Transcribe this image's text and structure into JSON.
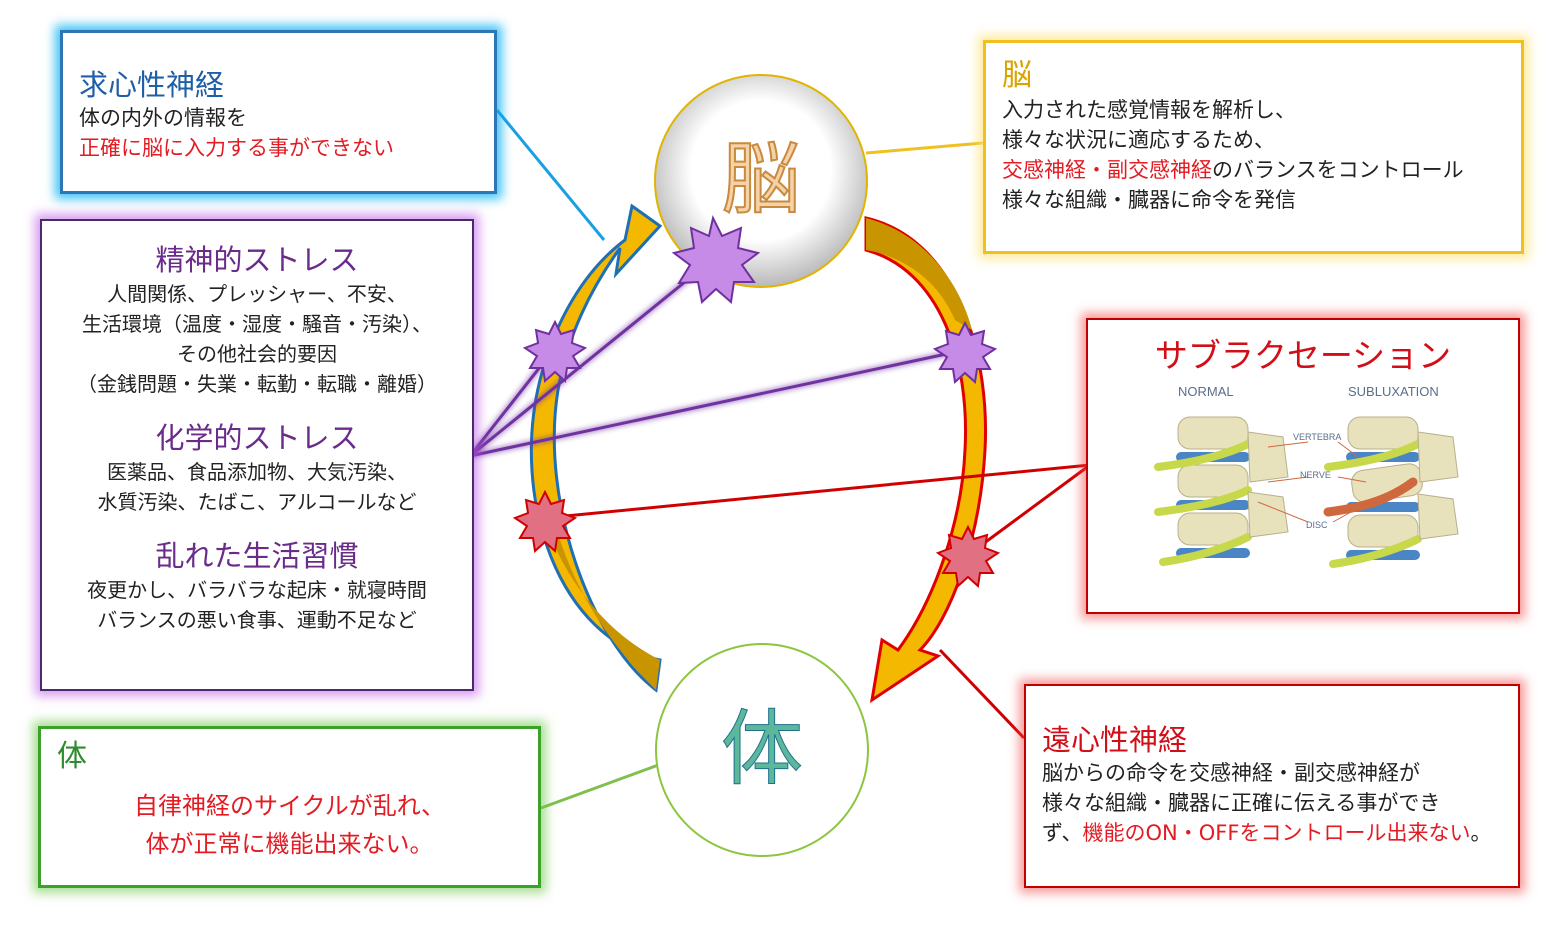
{
  "afferent": {
    "title": "求心性神経",
    "lines": [
      "体の内外の情報を",
      "正確に脳に入力する事ができない"
    ]
  },
  "stress": {
    "mental": {
      "title": "精神的ストレス",
      "lines": [
        "人間関係、プレッシャー、不安、",
        "生活環境（温度・湿度・騒音・汚染）、",
        "その他社会的要因",
        "（金銭問題・失業・転勤・転職・離婚）"
      ]
    },
    "chemical": {
      "title": "化学的ストレス",
      "lines": [
        "医薬品、食品添加物、大気汚染、",
        "水質汚染、たばこ、アルコールなど"
      ]
    },
    "lifestyle": {
      "title": "乱れた生活習慣",
      "lines": [
        "夜更かし、バラバラな起床・就寝時間",
        "バランスの悪い食事、運動不足など"
      ]
    }
  },
  "brain": {
    "title": "脳",
    "line1": "入力された感覚情報を解析し、",
    "line2": "様々な状況に適応するため、",
    "line3_red": "交感神経・副交感神経",
    "line3_rest": "のバランスをコントロール",
    "line4": "様々な組織・臓器に命令を発信"
  },
  "subluxation": {
    "title": "サブラクセーション",
    "label_normal": "NORMAL",
    "label_sub": "SUBLUXATION",
    "label_vertebra": "VERTEBRA",
    "label_nerve": "NERVE",
    "label_disc": "DISC"
  },
  "efferent": {
    "title": "遠心性神経",
    "line1": "脳からの命令を交感神経・副交感神経が",
    "line2": "様々な組織・臓器に正確に伝える事ができ",
    "line3_dark": "ず、",
    "line3_red": "機能のON・OFFをコントロール出来ない",
    "line3_end": "。"
  },
  "body": {
    "title": "体",
    "lines": [
      "自律神経のサイクルが乱れ、",
      "体が正常に機能出来ない。"
    ]
  },
  "nodes": {
    "brain": "脳",
    "body": "体"
  },
  "colors": {
    "arrow_fill": "#f5b800",
    "arrow_fill_dark": "#c89400",
    "arrow_left_stroke": "#1f6fb5",
    "arrow_right_stroke": "#e00000",
    "burst_purple": "#c58be6",
    "burst_red": "#e07082",
    "line_purple": "#7030a0",
    "line_red": "#d00000",
    "line_blue": "#1aa0e0",
    "line_gold": "#f0c020",
    "line_green": "#7fbf4f"
  }
}
